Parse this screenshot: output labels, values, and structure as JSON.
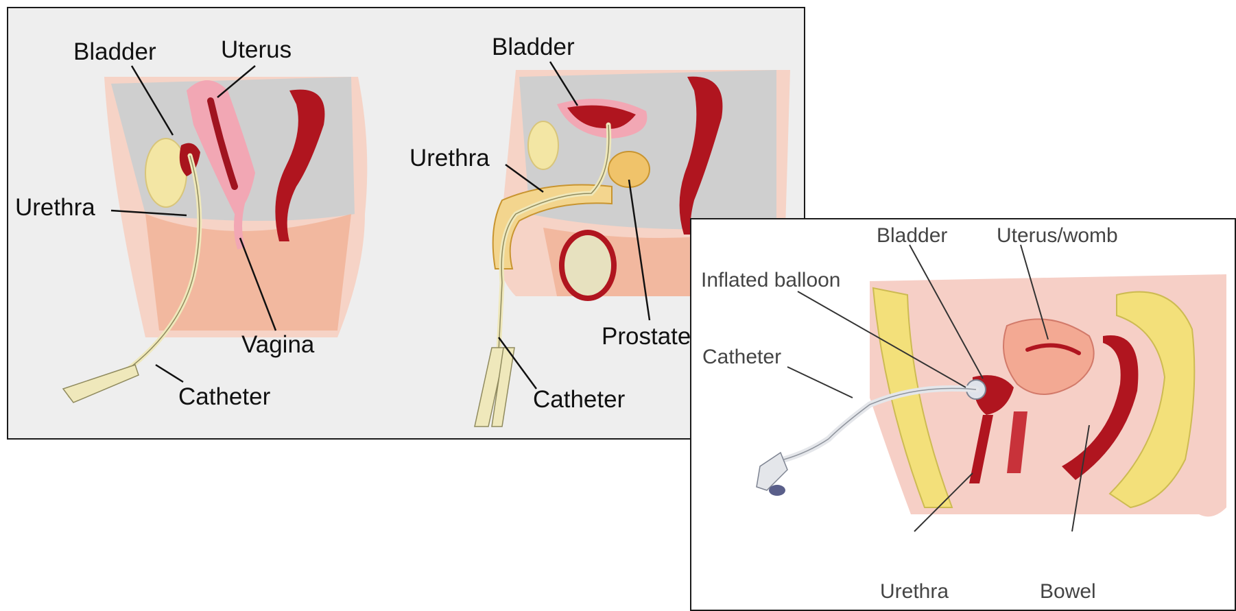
{
  "panel_a": {
    "female": {
      "bladder": "Bladder",
      "uterus": "Uterus",
      "urethra": "Urethra",
      "vagina": "Vagina",
      "catheter": "Catheter"
    },
    "male": {
      "bladder": "Bladder",
      "urethra": "Urethra",
      "prostate": "Prostate",
      "catheter": "Catheter"
    }
  },
  "panel_b": {
    "bladder": "Bladder",
    "uterus": "Uterus/womb",
    "balloon": "Inflated balloon",
    "catheter": "Catheter",
    "urethra": "Urethra",
    "bowel": "Bowel"
  },
  "colors": {
    "organ_red": "#b0151f",
    "skin_pink": "#f4c6b6",
    "bone_yellow": "#f3e07a",
    "cavity_grey": "#c9c9c9",
    "catheter_cream": "#efe8bb"
  }
}
